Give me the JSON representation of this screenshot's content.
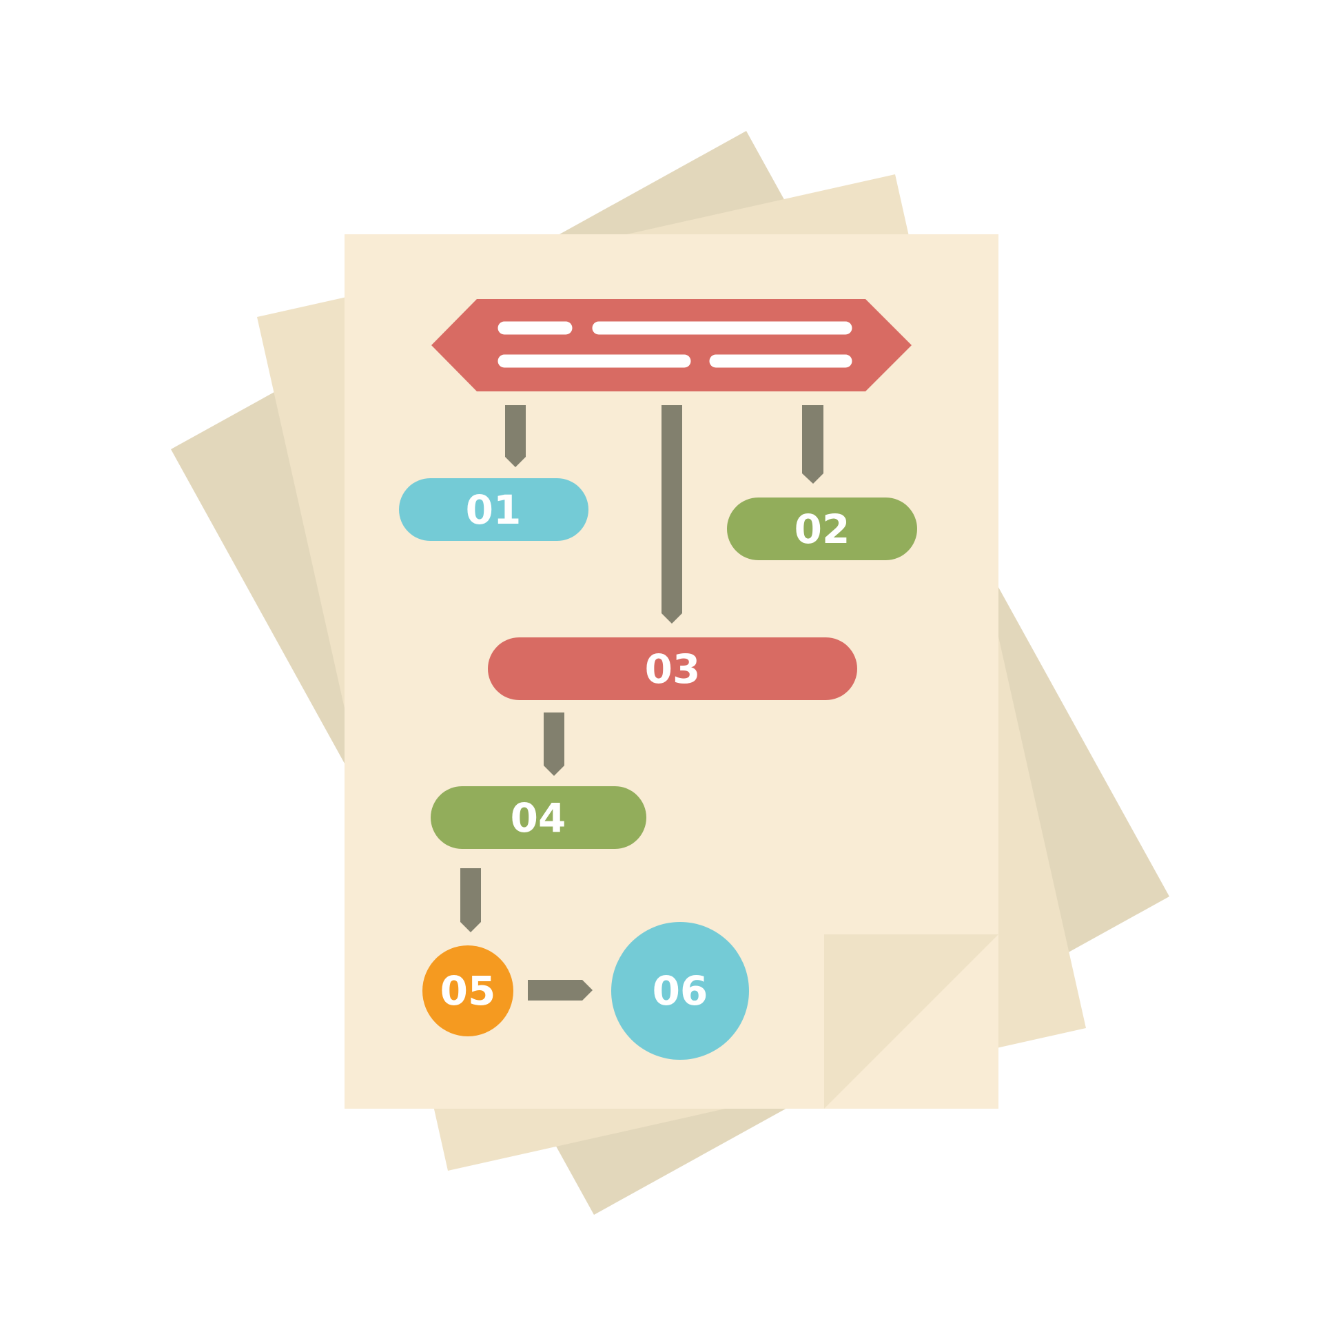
{
  "colors": {
    "background": "#ffffff",
    "sheet_back": "#e2d7bb",
    "sheet_middle": "#efe2c6",
    "sheet_front": "#f9ecd5",
    "page_fold": "#efe2c6",
    "header": "#d86b63",
    "header_lines": "#ffffff",
    "connector": "#82806e",
    "label_text": "#ffffff"
  },
  "diagram": {
    "header": {
      "icon": "hexagon-banner-with-text-lines"
    },
    "nodes": [
      {
        "id": "01",
        "label": "01",
        "shape": "pill",
        "color": "#74cbd6"
      },
      {
        "id": "02",
        "label": "02",
        "shape": "pill",
        "color": "#92ad5b"
      },
      {
        "id": "03",
        "label": "03",
        "shape": "pill",
        "color": "#d86b63"
      },
      {
        "id": "04",
        "label": "04",
        "shape": "pill",
        "color": "#92ad5b"
      },
      {
        "id": "05",
        "label": "05",
        "shape": "circle",
        "color": "#f59a20"
      },
      {
        "id": "06",
        "label": "06",
        "shape": "circle",
        "color": "#74cbd6"
      }
    ],
    "edges": [
      {
        "from": "header",
        "to": "01"
      },
      {
        "from": "header",
        "to": "03"
      },
      {
        "from": "header",
        "to": "02"
      },
      {
        "from": "03",
        "to": "04"
      },
      {
        "from": "04",
        "to": "05"
      },
      {
        "from": "05",
        "to": "06"
      }
    ]
  }
}
